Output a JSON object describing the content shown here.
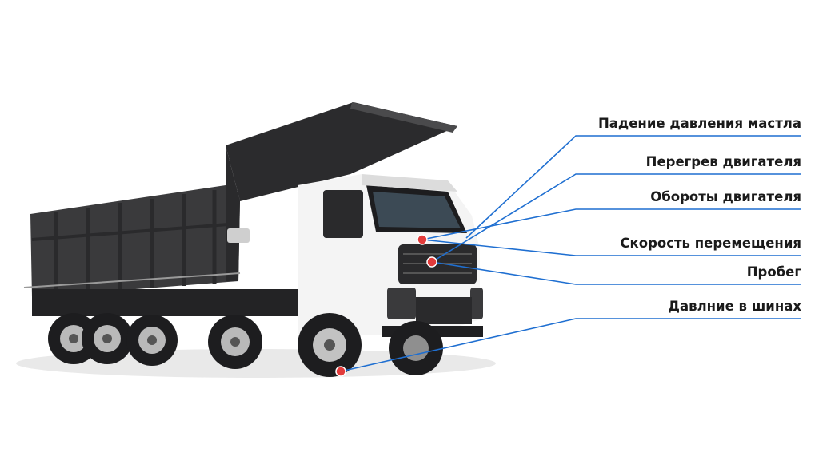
{
  "labels": [
    "Падение давления мастла",
    "Перегрев двигателя",
    "Обороты двигателя",
    "Скорость перемещения",
    "Пробег",
    "Давлние в шинах"
  ],
  "colors": {
    "line": "#1f6fd1",
    "dot": "#e23b3b",
    "truck_body": "#3a3a3c",
    "truck_dark": "#1f1f21",
    "cab": "#f4f4f4"
  }
}
